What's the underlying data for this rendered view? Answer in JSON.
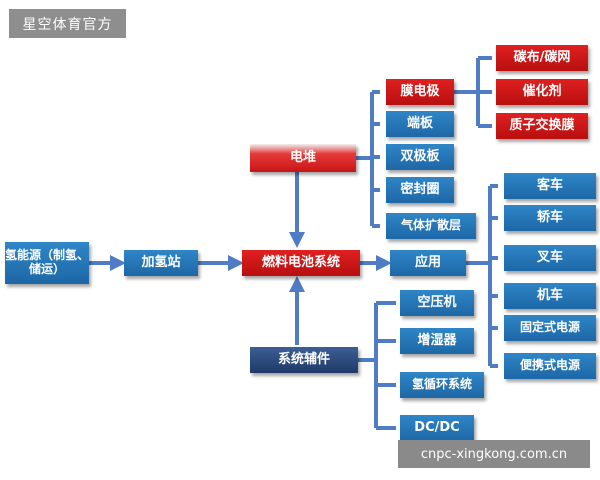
{
  "watermarks": {
    "top_left": "星空体育官方",
    "bottom_right": "cnpc-xingkong.com.cn"
  },
  "colors": {
    "blue_node": "#1f6fb0",
    "red_node": "#c81414",
    "navy_node": "#25426f",
    "connector": "#4f7cc4"
  },
  "nodes": {
    "hydrogen_energy": "氢能源（制氢、储运）",
    "refueling_station": "加氢站",
    "fuel_cell_system": "燃料电池系统",
    "stack": "电堆",
    "auxiliary": "系统辅件",
    "application": "应用",
    "stack_parts": [
      "膜电极",
      "端板",
      "双极板",
      "密封圈",
      "气体扩散层"
    ],
    "mea_parts": [
      "碳布/碳网",
      "催化剂",
      "质子交换膜"
    ],
    "aux_parts": [
      "空压机",
      "增湿器",
      "氢循环系统",
      "DC/DC"
    ],
    "applications": [
      "客车",
      "轿车",
      "叉车",
      "机车",
      "固定式电源",
      "便携式电源"
    ]
  }
}
